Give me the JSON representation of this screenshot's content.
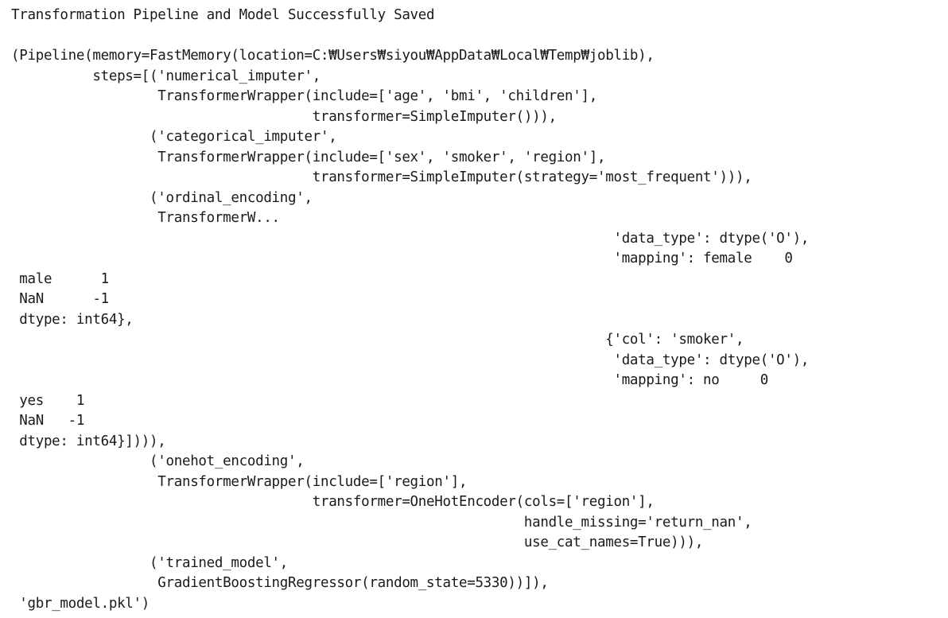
{
  "notebook_output": {
    "status_message": "Transformation Pipeline and Model Successfully Saved",
    "blank_line": "",
    "repr_lines": [
      "(Pipeline(memory=FastMemory(location=C:₩Users₩siyou₩AppData₩Local₩Temp₩joblib),",
      "          steps=[('numerical_imputer',",
      "                  TransformerWrapper(include=['age', 'bmi', 'children'],",
      "                                     transformer=SimpleImputer())),",
      "                 ('categorical_imputer',",
      "                  TransformerWrapper(include=['sex', 'smoker', 'region'],",
      "                                     transformer=SimpleImputer(strategy='most_frequent'))),",
      "                 ('ordinal_encoding',",
      "                  TransformerW...",
      "                                                                          'data_type': dtype('O'),",
      "                                                                          'mapping': female    0",
      " male      1",
      " NaN      -1",
      " dtype: int64},",
      "                                                                         {'col': 'smoker',",
      "                                                                          'data_type': dtype('O'),",
      "                                                                          'mapping': no     0",
      " yes    1",
      " NaN   -1",
      " dtype: int64}]))),",
      "                 ('onehot_encoding',",
      "                  TransformerWrapper(include=['region'],",
      "                                     transformer=OneHotEncoder(cols=['region'],",
      "                                                               handle_missing='return_nan',",
      "                                                               use_cat_names=True))),",
      "                 ('trained_model',",
      "                  GradientBoostingRegressor(random_state=5330))]),",
      " 'gbr_model.pkl')"
    ]
  }
}
